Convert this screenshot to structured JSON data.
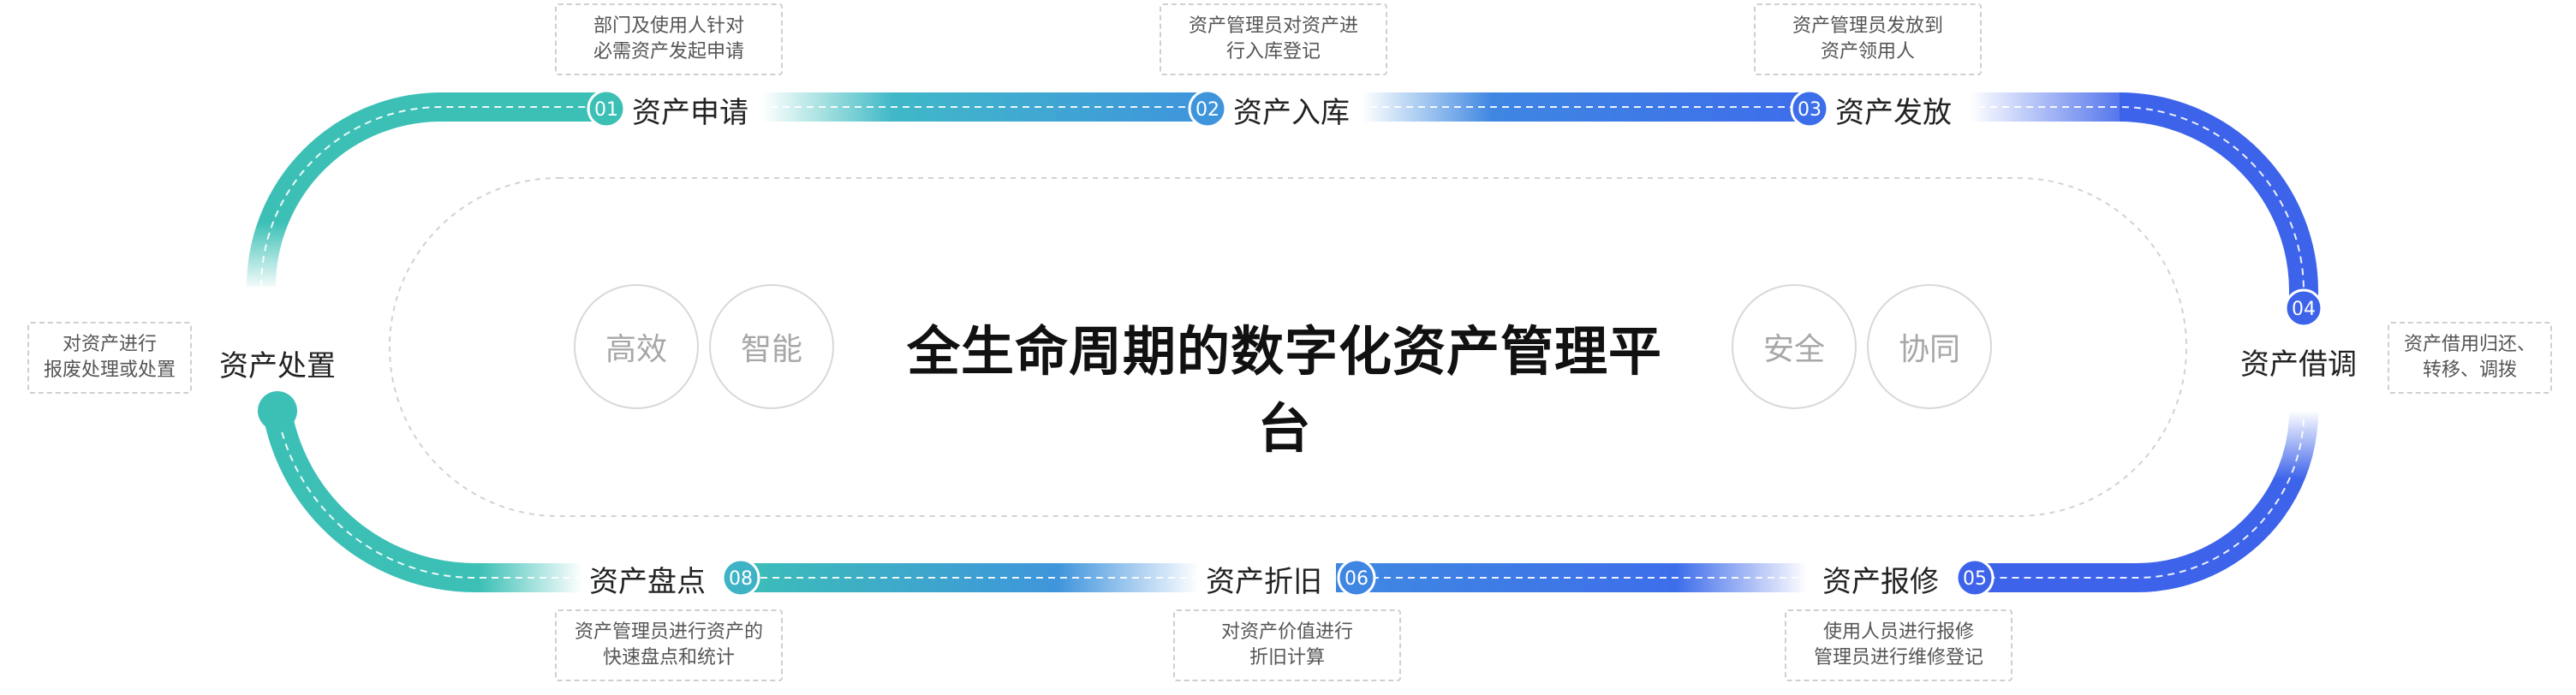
{
  "platform": {
    "title": "全生命周期的数字化资产管理平台",
    "left_features": [
      "高效",
      "智能"
    ],
    "right_features": [
      "安全",
      "协同"
    ]
  },
  "steps": [
    {
      "num": "01",
      "label": "资产申请",
      "desc": [
        "部门及使用人针对",
        "必需资产发起申请"
      ]
    },
    {
      "num": "02",
      "label": "资产入库",
      "desc": [
        "资产管理员对资产进",
        "行入库登记"
      ]
    },
    {
      "num": "03",
      "label": "资产发放",
      "desc": [
        "资产管理员发放到",
        "资产领用人"
      ]
    },
    {
      "num": "04",
      "label": "资产借调",
      "desc": [
        "资产借用归还、",
        "转移、调拨"
      ]
    },
    {
      "num": "05",
      "label": "资产报修",
      "desc": [
        "使用人员进行报修",
        "管理员进行维修登记"
      ]
    },
    {
      "num": "06",
      "label": "资产折旧",
      "desc": [
        "对资产价值进行",
        "折旧计算"
      ]
    },
    {
      "num": "08",
      "label": "资产盘点",
      "desc": [
        "资产管理员进行资产的",
        "快速盘点和统计"
      ]
    },
    {
      "num": "",
      "label": "资产处置",
      "desc": [
        "对资产进行",
        "报废处理或处置"
      ]
    }
  ],
  "colors": {
    "teal": "#3cc0b6",
    "blue": "#3d63ea",
    "mid": "#3f8fde"
  }
}
